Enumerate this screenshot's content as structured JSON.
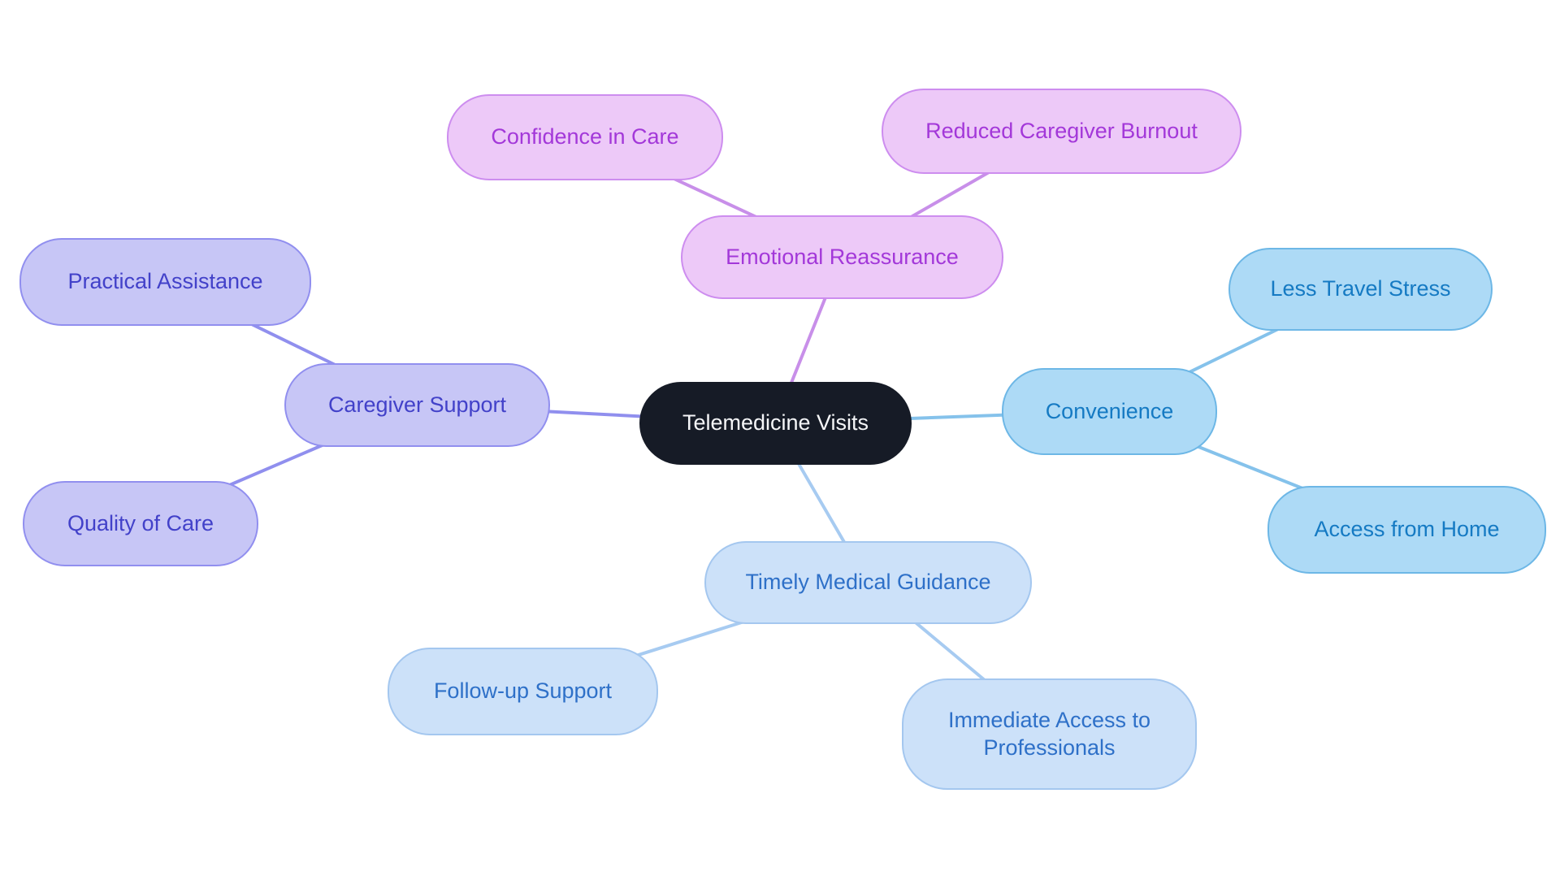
{
  "diagram": {
    "background": "#ffffff",
    "center": {
      "label": "Telemedicine Visits",
      "fill": "#161b26",
      "text_color": "#f5f6f8"
    },
    "branches": [
      {
        "label": "Emotional Reassurance",
        "fill": "#edc9f8",
        "border": "#cd8def",
        "text_color": "#a338d9",
        "line_color": "#c88fe9",
        "children": [
          {
            "label": "Confidence in Care"
          },
          {
            "label": "Reduced Caregiver Burnout"
          }
        ]
      },
      {
        "label": "Caregiver Support",
        "fill": "#c7c6f6",
        "border": "#918fef",
        "text_color": "#4241c9",
        "line_color": "#908fee",
        "children": [
          {
            "label": "Practical Assistance"
          },
          {
            "label": "Quality of Care"
          }
        ]
      },
      {
        "label": "Convenience",
        "fill": "#addaf6",
        "border": "#6db7e6",
        "text_color": "#157ac3",
        "line_color": "#85c2eb",
        "children": [
          {
            "label": "Less Travel Stress"
          },
          {
            "label": "Access from Home"
          }
        ]
      },
      {
        "label": "Timely Medical Guidance",
        "fill": "#cce1f9",
        "border": "#a4c7ef",
        "text_color": "#2e70c8",
        "line_color": "#a7cbf1",
        "children": [
          {
            "label": "Follow-up Support"
          },
          {
            "label": "Immediate Access to Professionals"
          }
        ]
      }
    ]
  }
}
